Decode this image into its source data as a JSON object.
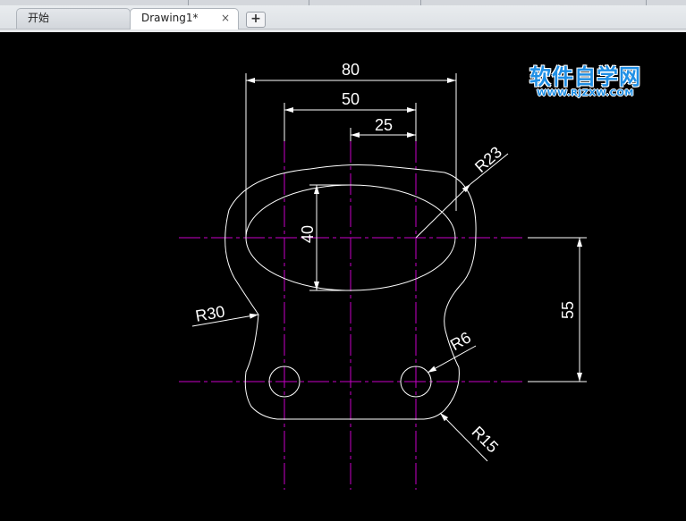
{
  "tabs": {
    "start_label": "开始",
    "drawing_label": "Drawing1*",
    "close_glyph": "×",
    "new_glyph": "+"
  },
  "watermark": {
    "title": "软件自学网",
    "url": "WWW.RJZXW.COM"
  },
  "drawing": {
    "dim_overall_width": "80",
    "dim_hole_spacing": "50",
    "dim_half_spacing": "25",
    "dim_ellipse_height": "40",
    "dim_vertical_spacing": "55",
    "radius_top": "R23",
    "radius_waist": "R30",
    "radius_hole": "R6",
    "radius_bottom": "R15",
    "centerline_color": "#c800c8",
    "outline_color": "#ffffff"
  }
}
